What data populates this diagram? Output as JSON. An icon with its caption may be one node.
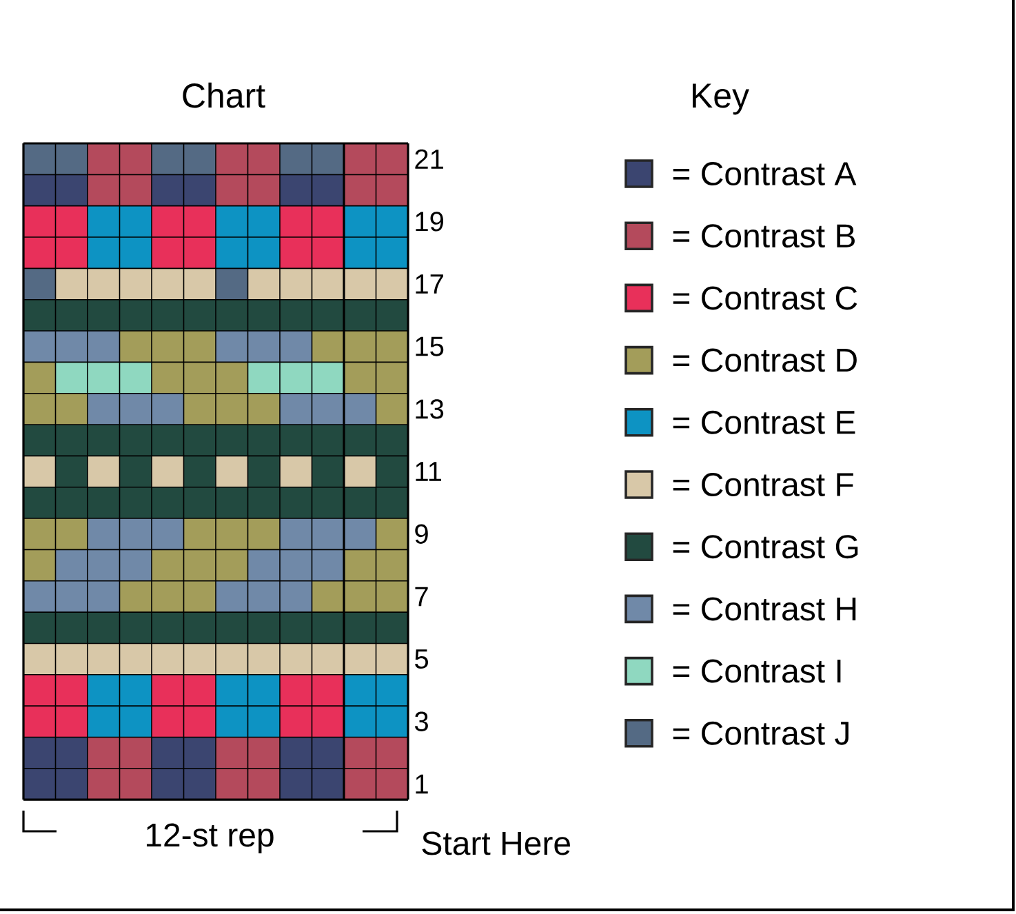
{
  "diagram": {
    "labels": [
      "Chart",
      "Key",
      "21",
      "19",
      "17",
      "15",
      "13",
      "11",
      "9",
      "7",
      "5",
      "3",
      "1",
      "12-st rep",
      "Start Here"
    ],
    "legend": [
      {
        "text": "= Contrast A",
        "color": "#3b4570"
      },
      {
        "text": "= Contrast B",
        "color": "#b44a5c"
      },
      {
        "text": "= Contrast C",
        "color": "#e8305a"
      },
      {
        "text": "= Contrast D",
        "color": "#a39d5a"
      },
      {
        "text": "= Contrast E",
        "color": "#0d93c3"
      },
      {
        "text": "= Contrast F",
        "color": "#d8c8a8"
      },
      {
        "text": "= Contrast G",
        "color": "#224a40"
      },
      {
        "text": "= Contrast H",
        "color": "#7089a8"
      },
      {
        "text": "= Contrast I",
        "color": "#8fd8c0"
      },
      {
        "text": "= Contrast J",
        "color": "#546a84"
      }
    ]
  }
}
